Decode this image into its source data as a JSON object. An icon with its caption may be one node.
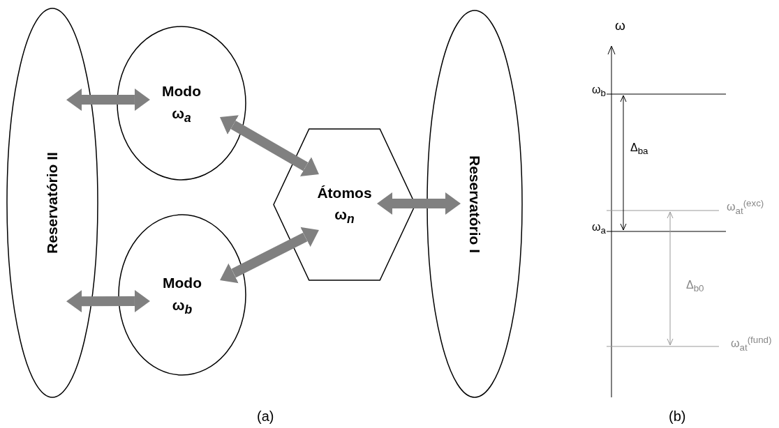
{
  "diagram": {
    "nodes": [
      {
        "text": [
          "Reservatório II"
        ]
      },
      {
        "text": [
          "Modo ω$_{a}$"
        ]
      },
      {
        "text": [
          "Modo ω$_{b}$"
        ]
      },
      {
        "text": [
          "Átomos ω$_{n}$"
        ]
      },
      {
        "text": [
          "Reservatório I"
        ]
      }
    ],
    "edges": [
      {
        "from": 0,
        "to": 1,
        "arrow": "both"
      },
      {
        "from": 1,
        "to": 3,
        "arrow": "both"
      },
      {
        "from": 0,
        "to": 2,
        "arrow": "both"
      },
      {
        "from": 2,
        "to": 3,
        "arrow": "both"
      },
      {
        "from": 3,
        "to": 4,
        "arrow": "both"
      }
    ],
    "labels": [
      "ω",
      "ω$_{b}$",
      "Δ$_{ba}$",
      "ω$_{at}$$^{(exc)}$",
      "ω$_{a}$",
      "Δ$_{b0}$",
      "ω$_{at}$$^{(fund)}$",
      "(a)",
      "(b)"
    ]
  }
}
